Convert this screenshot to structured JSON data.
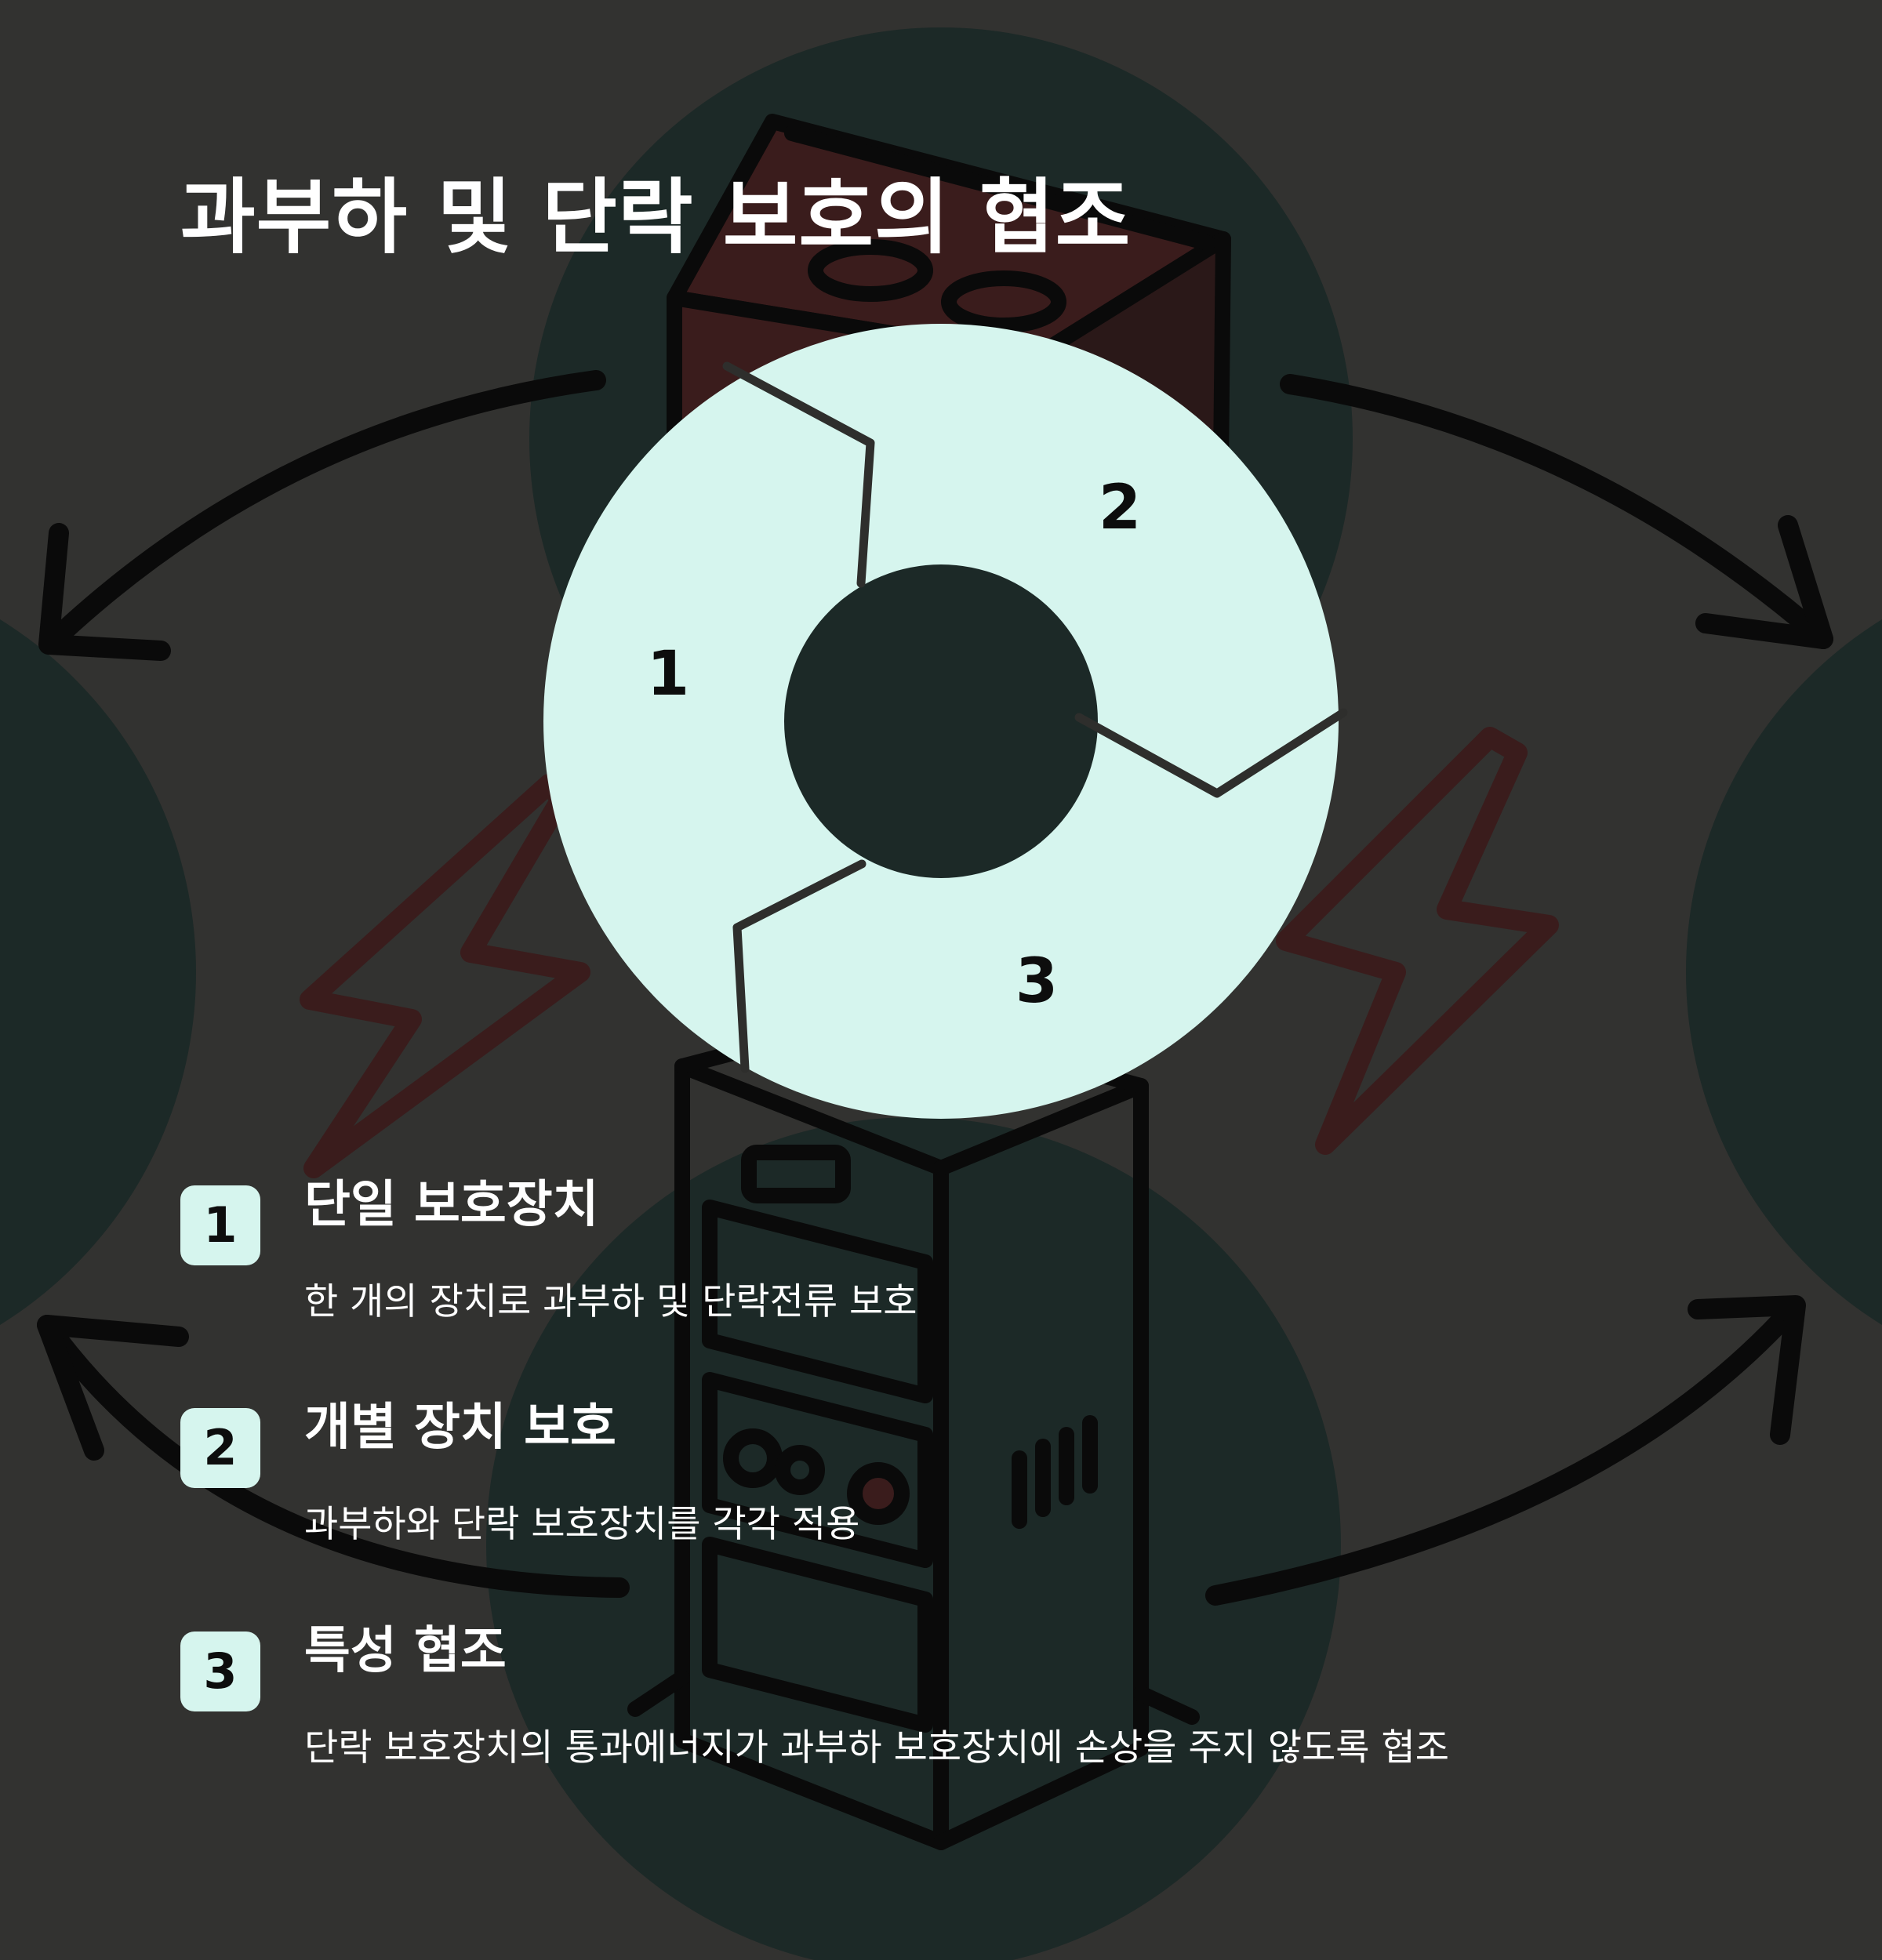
{
  "title": "과부하 및 단락 보호의 협조",
  "cycle": {
    "segments": [
      {
        "number": "1"
      },
      {
        "number": "2"
      },
      {
        "number": "3"
      }
    ]
  },
  "items": [
    {
      "number": "1",
      "title": "단일 보호장치",
      "description": "한 개의 장치로 과부하 및 단락전류 보호"
    },
    {
      "number": "2",
      "title": "개별 장치 보호",
      "description": "과부하와 단락 보호장치를 각각 적용"
    },
    {
      "number": "3",
      "title": "특성 협조",
      "description": "단락 보호장치의 통과에너지가 과부하 보호장치에 손상을 주지 않도록 협조"
    }
  ],
  "colors": {
    "background": "#323230",
    "accent": "#d6f5ee",
    "circle": "#1c2927",
    "illustration-stroke": "#0a0a0a",
    "illustration-red": "#3a1c1c"
  },
  "icons": [
    "circuit-breaker-illustration",
    "lightning-bolt-icon",
    "curved-arrow-icon"
  ]
}
